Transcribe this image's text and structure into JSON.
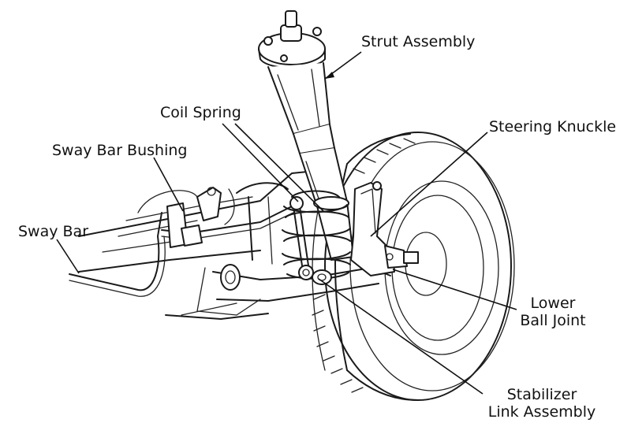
{
  "labels": {
    "strut_assembly": "Strut Assembly",
    "coil_spring": "Coil Spring",
    "steering_knuckle": "Steering Knuckle",
    "sway_bar_bushing": "Sway Bar Bushing",
    "sway_bar": "Sway Bar",
    "lower_ball_joint_line1": "Lower",
    "lower_ball_joint_line2": "Ball Joint",
    "stabilizer_line1": "Stabilizer",
    "stabilizer_line2": "Link Assembly"
  },
  "colors": {
    "ink": "#1a1a1a",
    "background": "#ffffff"
  }
}
